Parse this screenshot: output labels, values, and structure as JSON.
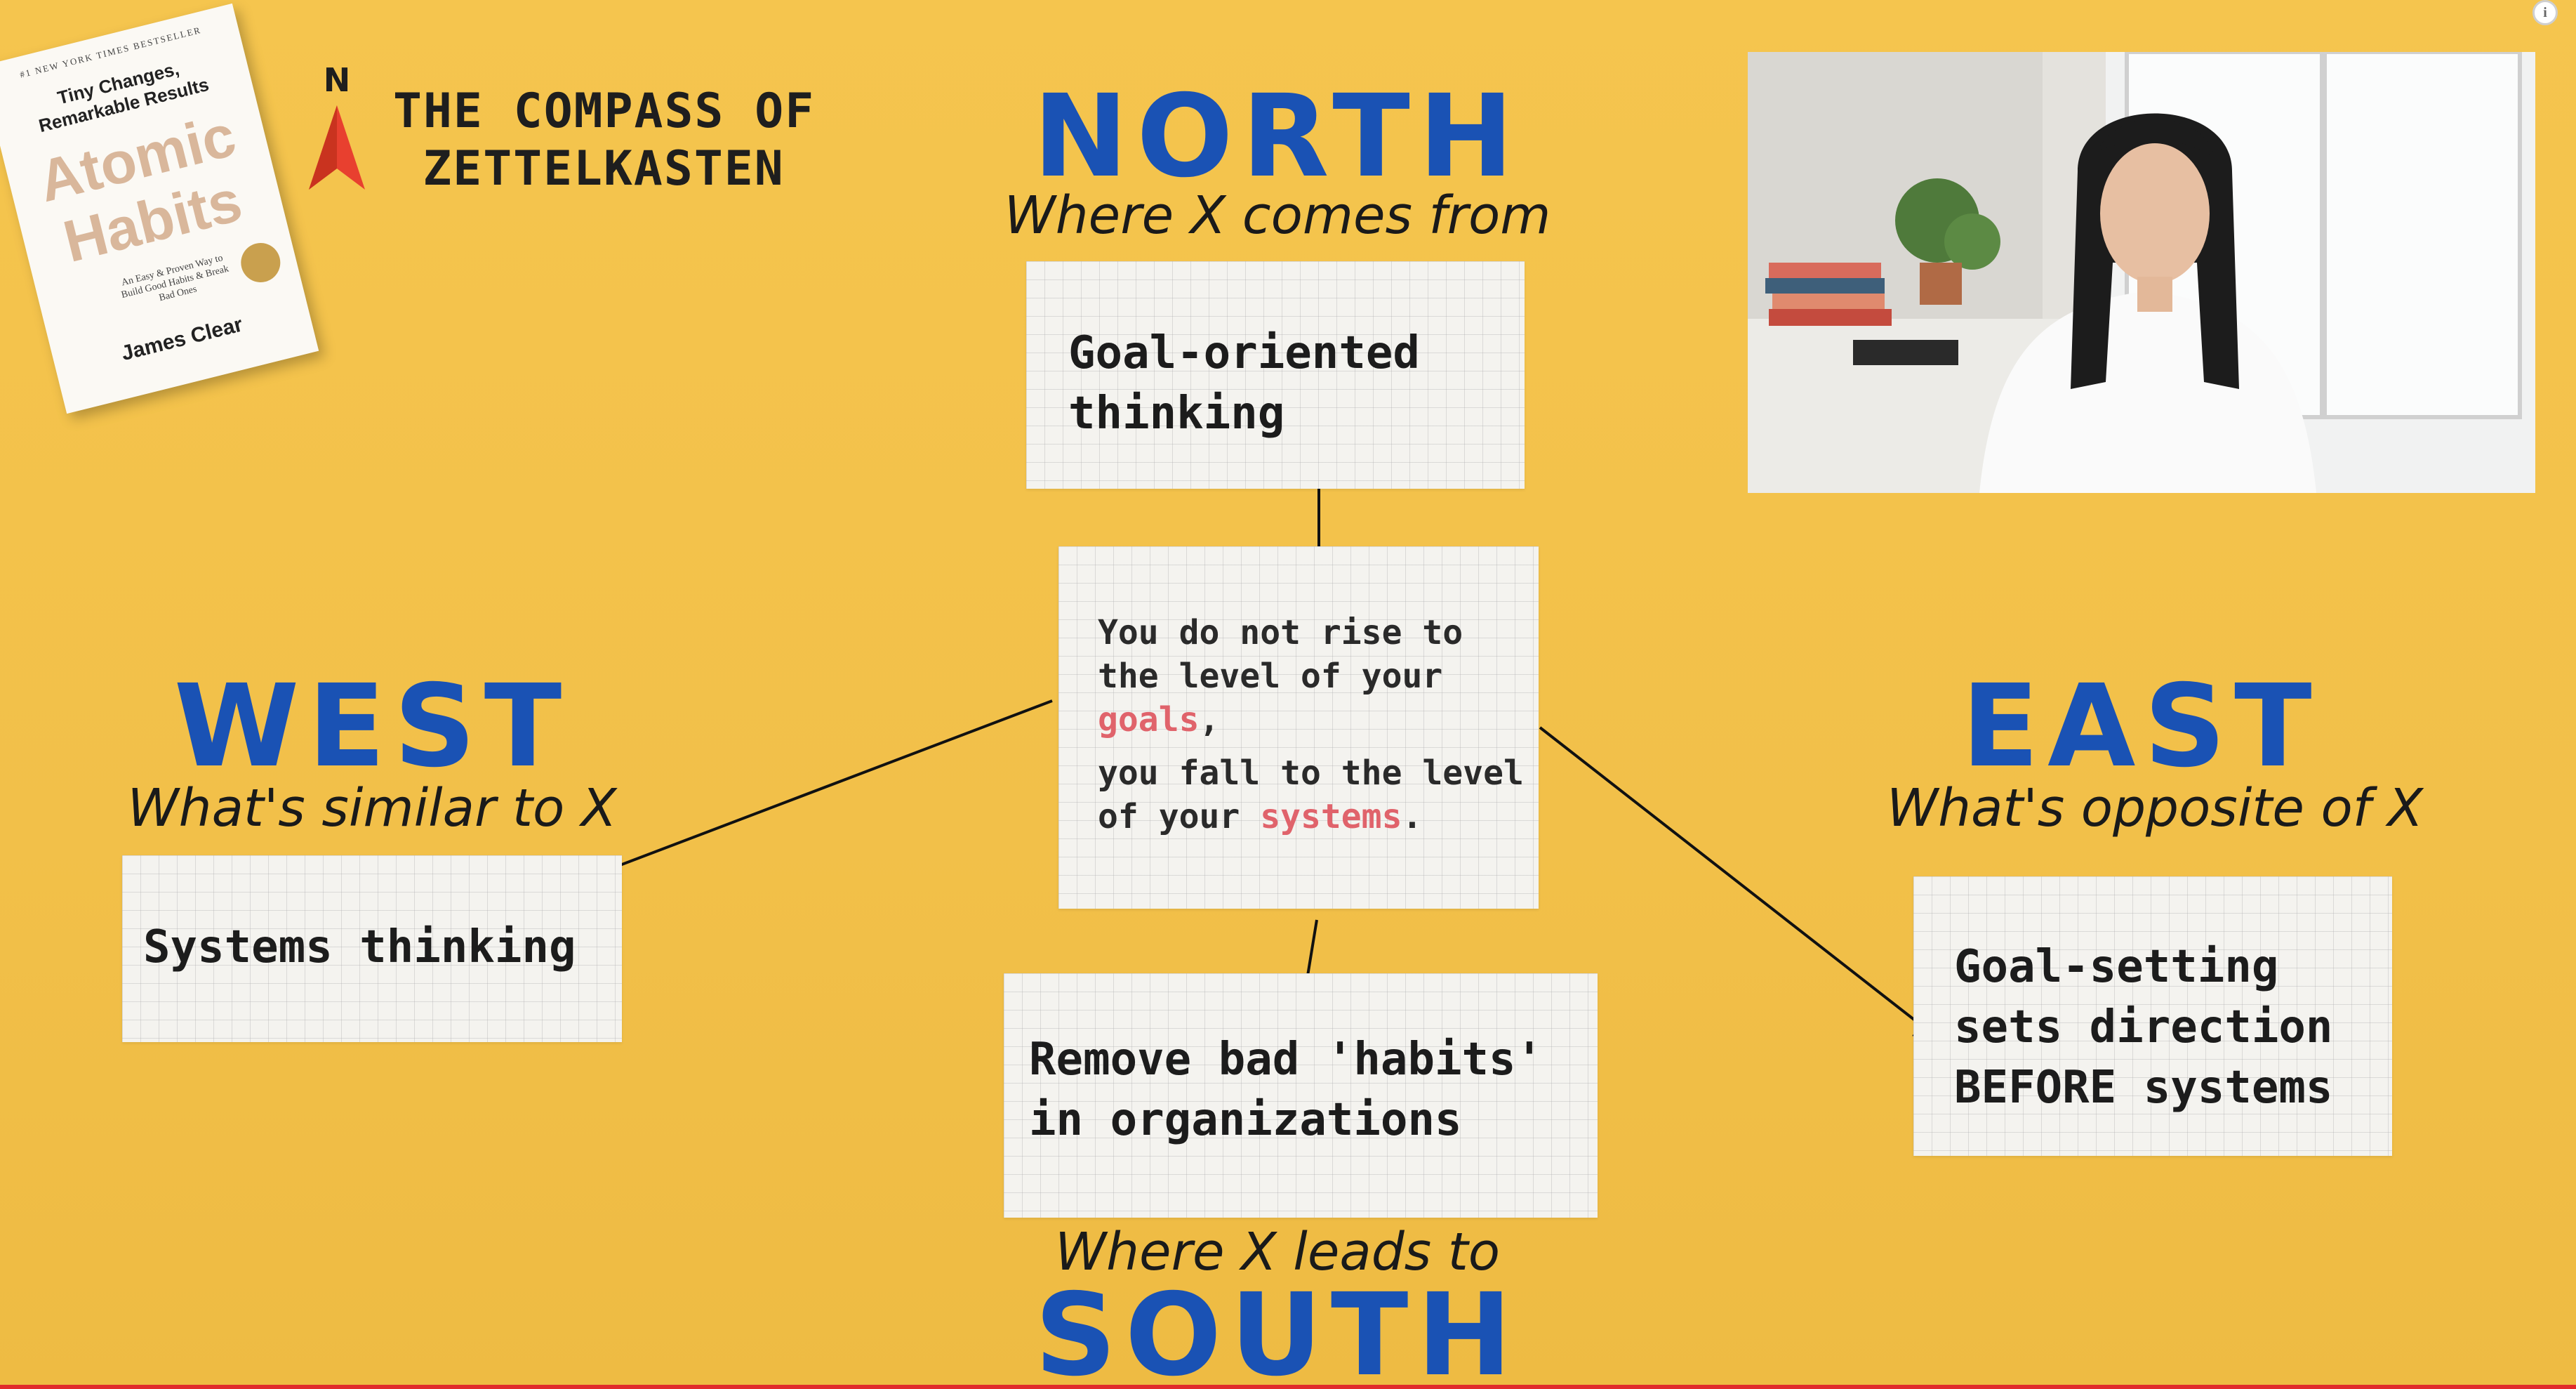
{
  "book": {
    "tagline": "#1 NEW YORK TIMES BESTSELLER",
    "subtitle_line1": "Tiny Changes,",
    "subtitle_line2": "Remarkable Results",
    "title_line1": "Atomic",
    "title_line2": "Habits",
    "blurb": "An Easy & Proven Way to Build Good Habits & Break Bad Ones",
    "author": "James Clear"
  },
  "brand": {
    "compass_letter": "N",
    "title_line1": "THE COMPASS OF",
    "title_line2": "ZETTELKASTEN"
  },
  "compass": {
    "north": {
      "heading": "NORTH",
      "subtitle": "Where X comes from",
      "card": [
        "Goal-oriented",
        "thinking"
      ]
    },
    "west": {
      "heading": "WEST",
      "subtitle": "What's similar to X",
      "card": [
        "Systems thinking"
      ]
    },
    "east": {
      "heading": "EAST",
      "subtitle": "What's opposite of X",
      "card": [
        "Goal-setting",
        "sets direction",
        "BEFORE systems"
      ]
    },
    "south": {
      "heading": "SOUTH",
      "subtitle": "Where X leads to",
      "card": [
        "Remove bad 'habits'",
        "in organizations"
      ]
    },
    "center": {
      "line1": "You do not rise to",
      "line2": "the level of your",
      "line3_highlight": "goals",
      "line3_rest": ",",
      "line4": "you fall to the level",
      "line5_pre": "of your ",
      "line5_highlight": "systems",
      "line5_post": "."
    }
  },
  "colors": {
    "background": "#f4c24b",
    "heading_blue": "#1a52b4",
    "highlight_red": "#e0636b",
    "compass_red": "#e8402f"
  },
  "icons": {
    "compass": "compass-needle-icon",
    "info": "info-icon"
  }
}
